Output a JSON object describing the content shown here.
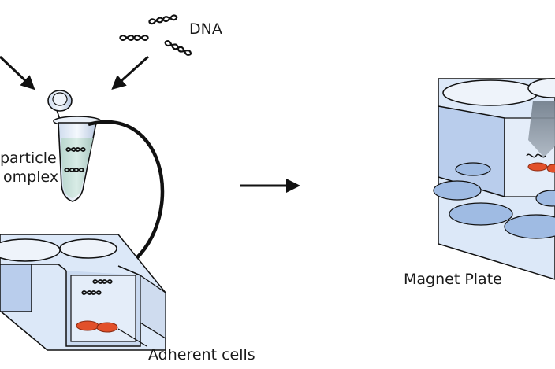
{
  "labels": {
    "dna": "DNA",
    "complex_line1": "particle",
    "complex_line2": "omplex",
    "adherent_cells": "Adherent cells",
    "magnet_plate": "Magnet Plate"
  },
  "colors": {
    "plate_light": "#dce8f8",
    "plate_mid": "#b9cdec",
    "well_fill": "#9fbbe3",
    "outline": "#1a1a1a",
    "cells": "#e2502a",
    "arrow": "#111111",
    "magnet_arrow": "#8a96a3"
  },
  "icons": [
    "dna-helix-icon",
    "microcentrifuge-tube-icon",
    "process-arrow-icon",
    "magnet-arrow-icon"
  ]
}
